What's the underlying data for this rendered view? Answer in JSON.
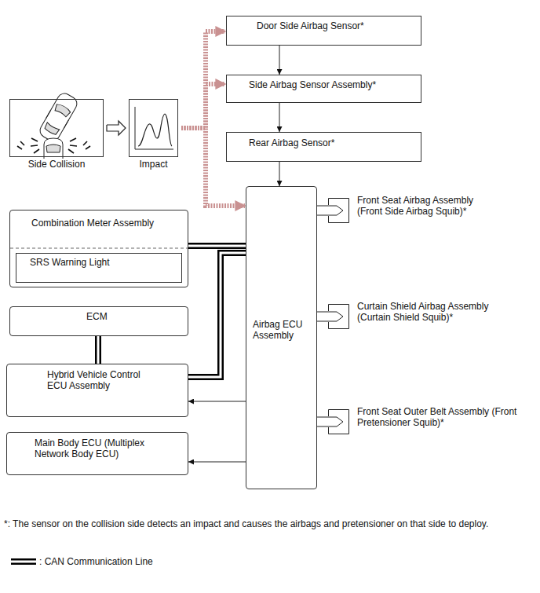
{
  "diagram": {
    "nodes": [
      {
        "text": [
          "Door Side Airbag Sensor*"
        ]
      },
      {
        "text": [
          "Side Airbag Sensor Assembly*"
        ]
      },
      {
        "text": [
          "Rear Airbag Sensor*"
        ]
      },
      {
        "text": [
          "Side Collision"
        ]
      },
      {
        "text": [
          "Impact"
        ]
      },
      {
        "text": [
          "Combination Meter Assembly"
        ]
      },
      {
        "text": [
          "SRS Warning Light"
        ],
        "in": 5
      },
      {
        "text": [
          "ECM"
        ]
      },
      {
        "text": [
          "Hybrid Vehicle Control ECU Assembly"
        ]
      },
      {
        "text": [
          "Main Body ECU (Multiplex Network Body ECU)"
        ]
      },
      {
        "text": [
          "Airbag ECU Assembly"
        ]
      },
      {
        "text": [
          "Front Seat Airbag Assembly (Front Side Airbag Squib)*"
        ]
      },
      {
        "text": [
          "Curtain Shield Airbag Assembly (Curtain Shield Squib)*"
        ]
      },
      {
        "text": [
          "Front Seat Outer Belt Assembly (Front Pretensioner Squib)*"
        ]
      }
    ],
    "edges": [
      {
        "from": 3,
        "to": 4,
        "arrow": "to"
      },
      {
        "from": 4,
        "to": 0,
        "arrow": "to"
      },
      {
        "from": 4,
        "to": 1,
        "arrow": "to"
      },
      {
        "from": 4,
        "to": 10,
        "arrow": "to"
      },
      {
        "from": 0,
        "to": 1,
        "arrow": "to"
      },
      {
        "from": 1,
        "to": 2,
        "arrow": "to"
      },
      {
        "from": 2,
        "to": 10,
        "arrow": "to"
      },
      {
        "from": 10,
        "to": 11,
        "arrow": "none"
      },
      {
        "from": 10,
        "to": 12,
        "arrow": "none"
      },
      {
        "from": 10,
        "to": 13,
        "arrow": "none"
      },
      {
        "from": 5,
        "to": 10,
        "arrow": "none"
      },
      {
        "from": 8,
        "to": 10,
        "arrow": "none"
      },
      {
        "from": 7,
        "to": 8,
        "arrow": "none"
      },
      {
        "from": 10,
        "to": 8,
        "arrow": "to"
      },
      {
        "from": 10,
        "to": 9,
        "arrow": "to"
      }
    ],
    "labels": [
      "*: The sensor on the collision side detects an impact and causes the airbags and pretensioner on that side to deploy."
    ],
    "legend": [
      {
        "text": ": CAN Communication Line"
      }
    ]
  }
}
